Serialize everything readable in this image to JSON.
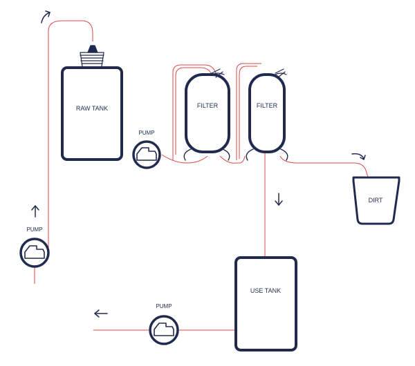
{
  "colors": {
    "outline": "#1f2a4e",
    "pipe": "#e04545",
    "background": "#ffffff"
  },
  "labels": {
    "raw_tank": "RAW TANK",
    "filter_1": "FILTER",
    "filter_2": "FILTER",
    "dirt": "DIRT",
    "use_tank": "USE TANK",
    "pump_top": "PUMP",
    "pump_left": "PUMP",
    "pump_bottom": "PUMP"
  },
  "icons": {
    "arrows": [
      "arrow-curved-right-icon",
      "arrow-up-icon",
      "arrow-down-icon",
      "arrow-left-icon",
      "arrow-curved-down-icon"
    ],
    "pump": "pump-icon",
    "nozzle": "spray-nozzle-icon"
  }
}
